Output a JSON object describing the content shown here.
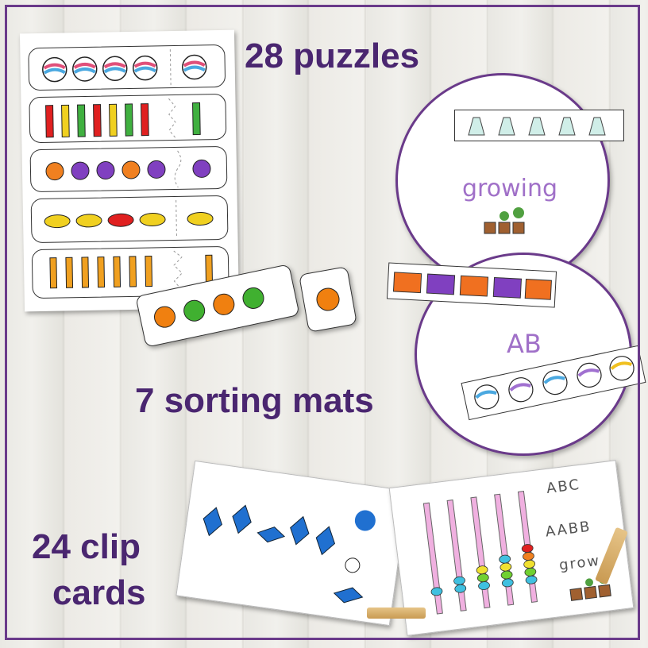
{
  "captions": {
    "puzzles": "28 puzzles",
    "mats": "7 sorting mats",
    "clip_line1": "24 clip",
    "clip_line2": "cards"
  },
  "mats": {
    "top_label": "growing",
    "bottom_label": "AB"
  },
  "clip_card": {
    "options": [
      "ABC",
      "AABB",
      "grow"
    ]
  },
  "colors": {
    "frame": "#6a3a8a",
    "caption": "#4a2670",
    "mat_text": "#a070c8"
  }
}
